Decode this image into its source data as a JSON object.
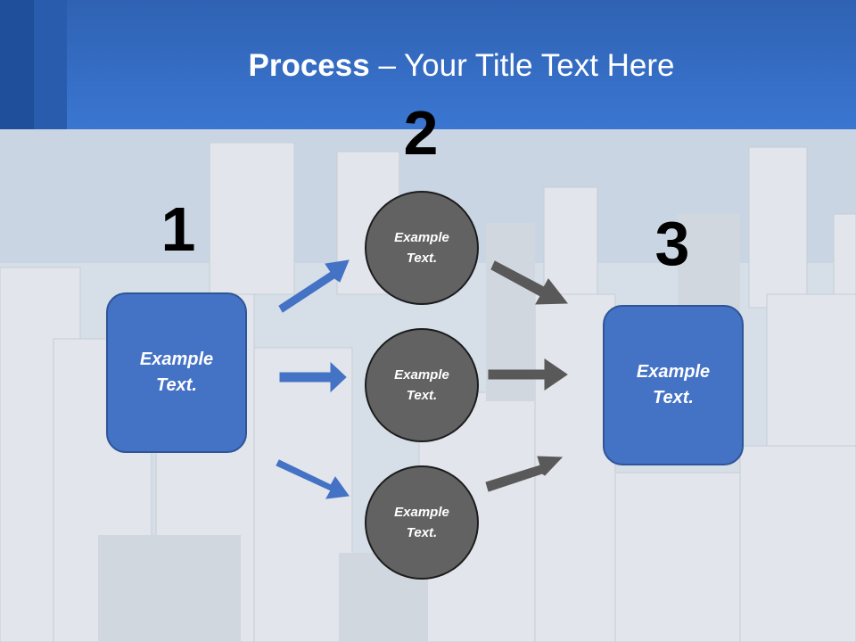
{
  "title": {
    "bold": "Process",
    "rest": " – Your Title Text Here"
  },
  "steps": [
    {
      "number": "1"
    },
    {
      "number": "2"
    },
    {
      "number": "3"
    }
  ],
  "left_box": {
    "line1": "Example",
    "line2": "Text."
  },
  "right_box": {
    "line1": "Example",
    "line2": "Text."
  },
  "circles": [
    {
      "line1": "Example",
      "line2": "Text."
    },
    {
      "line1": "Example",
      "line2": "Text."
    },
    {
      "line1": "Example",
      "line2": "Text."
    }
  ],
  "colors": {
    "header": "#3a76d1",
    "box_fill": "#4472c4",
    "circle_fill": "#626262",
    "blue_arrow": "#4472c4",
    "gray_arrow": "#595959"
  }
}
